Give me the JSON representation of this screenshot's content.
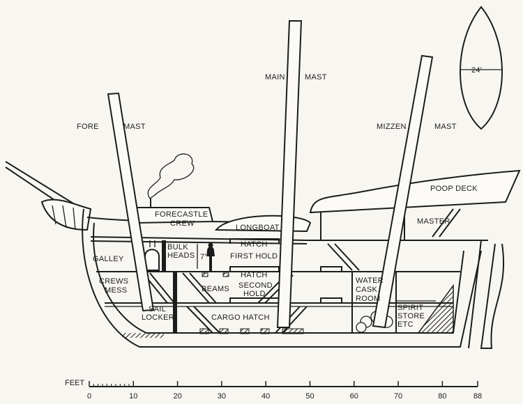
{
  "labels": {
    "fore_mast": [
      "FORE",
      "MAST"
    ],
    "main_mast": [
      "MAIN",
      "MAST"
    ],
    "mizzen_mast": [
      "MIZZEN",
      "MAST"
    ],
    "sail_width": "24'",
    "poop_deck": "POOP DECK",
    "master": "MASTER",
    "forecastle_crew": [
      "FORECASTLE",
      "CREW"
    ],
    "longboat": "LONGBOAT",
    "galley": "GALLEY",
    "bulk_heads": [
      "BULK",
      "HEADS"
    ],
    "height_mark": "7'",
    "hatch": "HATCH",
    "first_hold": "FIRST HOLD",
    "second_hold": [
      "SECOND",
      "HOLD"
    ],
    "crews_mess": [
      "CREWS",
      "MESS"
    ],
    "beams": "BEAMS",
    "sail_locker": [
      "SAIL",
      "LOCKER"
    ],
    "cargo_hatch": "CARGO HATCH",
    "water_cask_room": [
      "WATER",
      "CASK",
      "ROOM"
    ],
    "spirit_store": [
      "SPIRIT",
      "STORE",
      "ETC"
    ]
  },
  "scale": {
    "unit": "FEET",
    "ticks": [
      "0",
      "10",
      "20",
      "30",
      "40",
      "50",
      "60",
      "70",
      "80",
      "88"
    ],
    "values": [
      0,
      10,
      20,
      30,
      40,
      50,
      60,
      70,
      80,
      88
    ]
  }
}
